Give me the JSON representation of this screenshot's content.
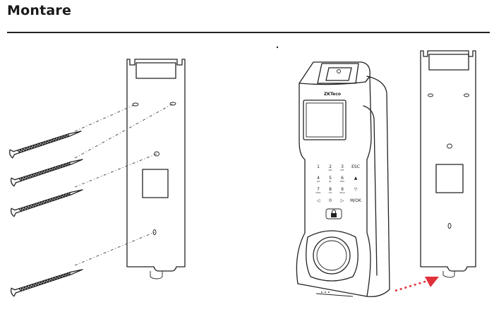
{
  "page": {
    "title": "Montare"
  },
  "device": {
    "brand": "ZKTeco",
    "keypad": [
      {
        "digit": "1",
        "sub": ""
      },
      {
        "digit": "2",
        "sub": "ABC"
      },
      {
        "digit": "3",
        "sub": "DEF"
      },
      {
        "digit": "ESC",
        "sub": ""
      },
      {
        "digit": "4",
        "sub": "GHI"
      },
      {
        "digit": "5",
        "sub": "JKL"
      },
      {
        "digit": "6",
        "sub": "MNO"
      },
      {
        "digit": "▲",
        "sub": ""
      },
      {
        "digit": "7",
        "sub": "PQRS"
      },
      {
        "digit": "8",
        "sub": "TUV"
      },
      {
        "digit": "9",
        "sub": "WXYZ"
      },
      {
        "digit": "▽",
        "sub": ""
      },
      {
        "digit": "◁",
        "sub": ""
      },
      {
        "digit": "0",
        "sub": ""
      },
      {
        "digit": "▷",
        "sub": ""
      },
      {
        "digit": "M/OK",
        "sub": ""
      }
    ]
  },
  "colors": {
    "line": "#222222",
    "arrow": "#e0303a"
  },
  "icons": [
    "screw-icon",
    "lock-icon",
    "arrow-icon"
  ]
}
